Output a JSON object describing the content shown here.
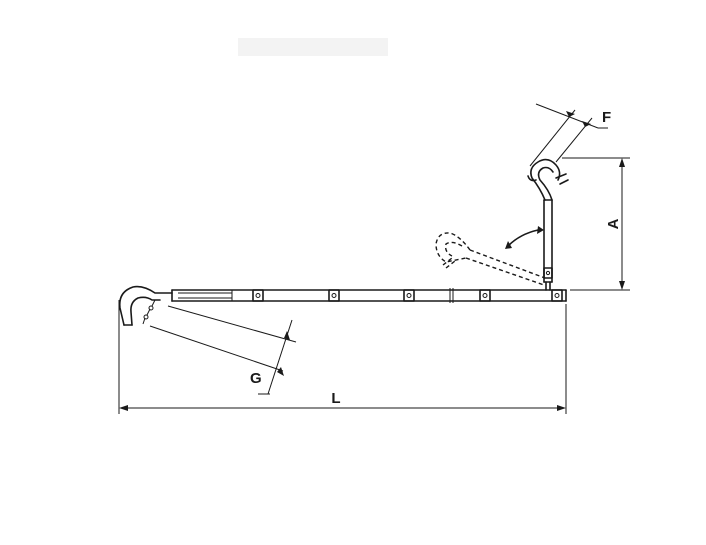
{
  "diagram": {
    "dimension_labels": {
      "L": "L",
      "A": "A",
      "F": "F",
      "G": "G"
    },
    "colors": {
      "line": "#1a1a1a",
      "background": "#ffffff"
    }
  }
}
